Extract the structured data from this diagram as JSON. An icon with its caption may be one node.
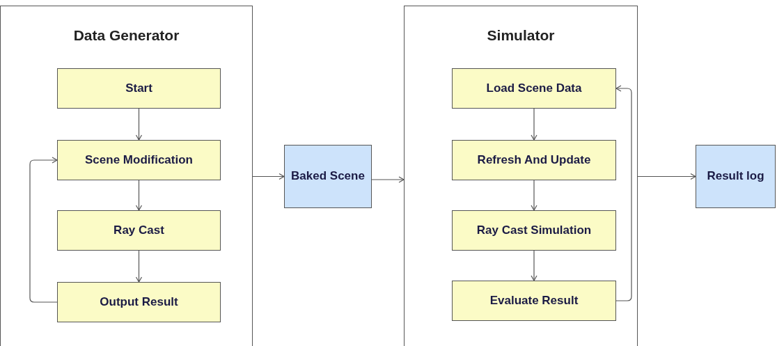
{
  "diagram": {
    "nodes": [
      {
        "text": [
          "Data Generator"
        ]
      },
      {
        "text": [
          "Start"
        ],
        "in": 0
      },
      {
        "text": [
          "Scene Modification"
        ],
        "in": 0
      },
      {
        "text": [
          "Ray Cast"
        ],
        "in": 0
      },
      {
        "text": [
          "Output Result"
        ],
        "in": 0
      },
      {
        "text": [
          "Baked Scene"
        ]
      },
      {
        "text": [
          "Simulator"
        ]
      },
      {
        "text": [
          "Load Scene Data"
        ],
        "in": 6
      },
      {
        "text": [
          "Refresh And Update"
        ],
        "in": 6
      },
      {
        "text": [
          "Ray Cast Simulation"
        ],
        "in": 6
      },
      {
        "text": [
          "Evaluate Result"
        ],
        "in": 6
      },
      {
        "text": [
          "Result log"
        ]
      }
    ],
    "edges": [
      {
        "from": 1,
        "to": 2,
        "arrow": "to"
      },
      {
        "from": 2,
        "to": 3,
        "arrow": "to"
      },
      {
        "from": 3,
        "to": 4,
        "arrow": "to"
      },
      {
        "from": 4,
        "to": 2,
        "arrow": "to"
      },
      {
        "from": 0,
        "to": 5,
        "arrow": "to"
      },
      {
        "from": 5,
        "to": 6,
        "arrow": "to"
      },
      {
        "from": 7,
        "to": 8,
        "arrow": "to"
      },
      {
        "from": 8,
        "to": 9,
        "arrow": "to"
      },
      {
        "from": 9,
        "to": 10,
        "arrow": "to"
      },
      {
        "from": 10,
        "to": 7,
        "arrow": "to"
      },
      {
        "from": 6,
        "to": 11,
        "arrow": "to"
      }
    ]
  }
}
